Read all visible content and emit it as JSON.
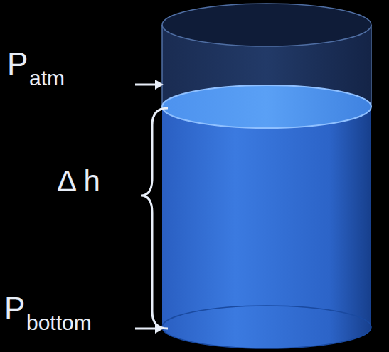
{
  "diagram": {
    "labels": [
      "P",
      "atm",
      "Δ h",
      "P",
      "bottom"
    ]
  }
}
